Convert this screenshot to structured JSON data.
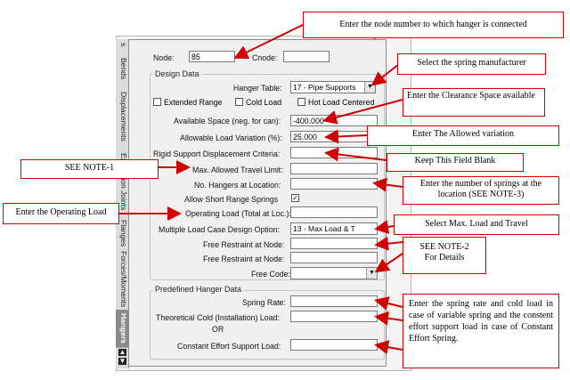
{
  "tabs": [
    "Bends",
    "Displacements",
    "Expansion Joints",
    "Flanges",
    "Forces/Moments",
    "Hangers"
  ],
  "active_tab": "Hangers",
  "top_glyph": "»",
  "node": {
    "label": "Node:",
    "value": "85"
  },
  "cnode": {
    "label": "Cnode:",
    "value": ""
  },
  "design_data": {
    "title": "Design Data"
  },
  "hanger_table": {
    "label": "Hanger Table:",
    "value": "17 - Pipe Supports"
  },
  "checkboxes": [
    {
      "label": "Extended Range",
      "checked": false
    },
    {
      "label": "Cold Load",
      "checked": false
    },
    {
      "label": "Hot Load Centered",
      "checked": false
    }
  ],
  "fields": {
    "available_space": {
      "label": "Available Space (neg. for can):",
      "value": "-400.000"
    },
    "allowable_load_var": {
      "label": "Allowable Load Variation (%):",
      "value": "25.000"
    },
    "rigid_support": {
      "label": "Rigid Support Displacement Criteria:",
      "value": ""
    },
    "max_travel": {
      "label": "Max. Allowed Travel Limit:",
      "value": ""
    },
    "no_hangers": {
      "label": "No. Hangers at Location:",
      "value": ""
    },
    "short_range": {
      "label": "Allow Short Range Springs",
      "checked": true
    },
    "operating_load": {
      "label": "Operating Load (Total at Loc.):",
      "value": ""
    },
    "multiple_load": {
      "label": "Multiple Load Case Design Option:",
      "value": "13 - Max Load & T"
    },
    "free_restraint_1": {
      "label": "Free Restraint at Node:",
      "value": ""
    },
    "free_restraint_2": {
      "label": "Free Restraint at Node:",
      "value": ""
    },
    "free_code": {
      "label": "Free Code:",
      "value": ""
    }
  },
  "predefined": {
    "title": "Predefined Hanger Data",
    "spring_rate": {
      "label": "Spring Rate:",
      "value": ""
    },
    "theoretical_cold": {
      "label": "Theoretical Cold (Installation) Load:",
      "value": ""
    },
    "or_text": "OR",
    "constant_effort": {
      "label": "Constant Effort Support Load:",
      "value": ""
    }
  },
  "callouts": {
    "node_number": "Enter the node number to which hanger is connected",
    "manufacturer": "Select the spring manufacturer",
    "clearance": "Enter the Clearance Space available",
    "allowed_variation": "Enter The Allowed variation",
    "keep_blank": "Keep This Field Blank",
    "note1": "SEE NOTE-1",
    "springs": "Enter the number of springs at the location (SEE NOTE-3)",
    "operating_load": "Enter the Operating Load",
    "max_load": "Select Max. Load and Travel",
    "note2_line1": "SEE NOTE-2",
    "note2_line2": "For Details",
    "spring_rate": "Enter the spring rate and cold load in case of variable spring and the constent effort support load in case of Constant Effort Spring."
  },
  "colors": {
    "callout_border": "#d00000",
    "arrow": "#d00000",
    "panel_bg": "#f0f0f0",
    "active_tab": "#8a8a8a"
  }
}
